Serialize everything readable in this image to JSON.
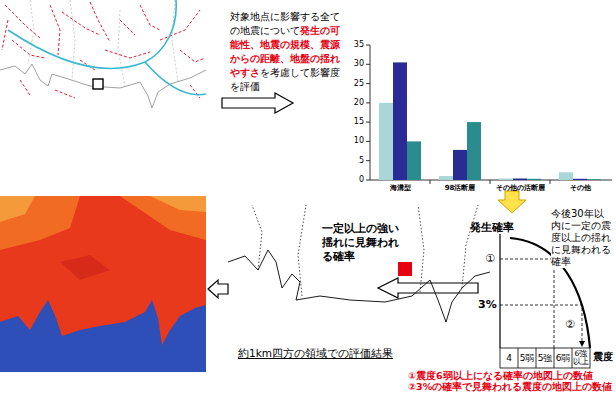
{
  "diagram": {
    "labels": [
      "対象地点に影響する全ての地震について",
      "発生の可能性、地震の規模、震源からの距離、地盤の揺れやすさ",
      "を考慮して影響度を評価",
      "35",
      "30",
      "25",
      "20",
      "15",
      "10",
      "5",
      "0",
      "海溝型",
      "98活断層",
      "その他の活断層",
      "その他",
      "今後30年以内に一定の震度以上の揺れに見舞われる確率",
      "発生確率",
      "①",
      "3%",
      "②",
      "4",
      "5弱",
      "5強",
      "6弱",
      "6強以上",
      "震度",
      "一定以上の強い揺れに見舞われる確率",
      "約1km四方の領域での評価結果",
      "①震度6弱以上になる確率の地図上の数値",
      "②3%の確率で見舞われる震度の地図上の数値"
    ]
  }
}
